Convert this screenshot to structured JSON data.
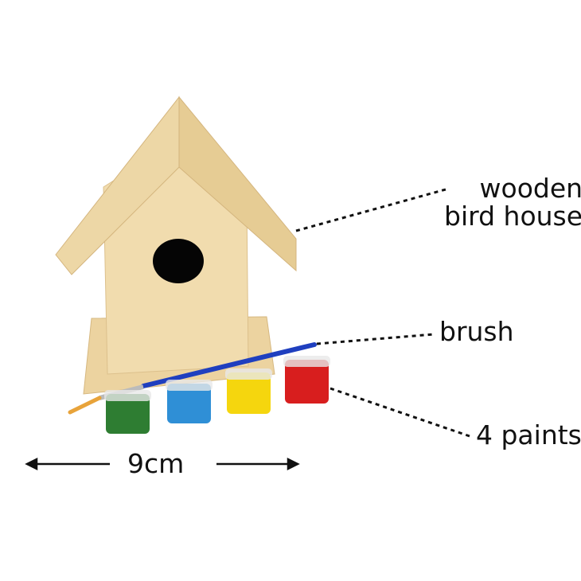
{
  "labels": {
    "house_line1": "wooden",
    "house_line2": "bird house",
    "brush": "brush",
    "paints": "4 paints",
    "width": "9cm"
  },
  "colors": {
    "wood": "#f0d9a8",
    "wood_dark": "#dcbf86",
    "paint_green": "#2e7d32",
    "paint_blue": "#2f8fd6",
    "paint_yellow": "#f5d60e",
    "paint_red": "#d81e1e",
    "brush_handle": "#1f3fbf"
  }
}
